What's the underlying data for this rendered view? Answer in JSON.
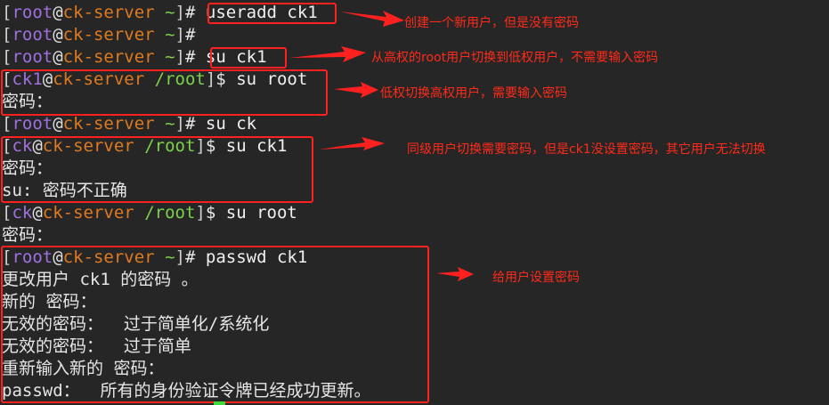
{
  "terminal": {
    "lines": [
      {
        "user": "root",
        "host": "ck-server",
        "path": "~",
        "sym": "#",
        "cmd": " useradd ck1",
        "text": ""
      },
      {
        "user": "root",
        "host": "ck-server",
        "path": "~",
        "sym": "#",
        "cmd": "",
        "text": ""
      },
      {
        "user": "root",
        "host": "ck-server",
        "path": "~",
        "sym": "#",
        "cmd": " su ck1",
        "text": ""
      },
      {
        "user": "ck1",
        "host": "ck-server",
        "path": "/root",
        "sym": "$",
        "cmd": " su root",
        "text": ""
      },
      {
        "text": "密码："
      },
      {
        "user": "root",
        "host": "ck-server",
        "path": "~",
        "sym": "#",
        "cmd": " su ck",
        "text": ""
      },
      {
        "user": "ck",
        "host": "ck-server",
        "path": "/root",
        "sym": "$",
        "cmd": " su ck1",
        "text": ""
      },
      {
        "text": "密码："
      },
      {
        "text": "su: 密码不正确"
      },
      {
        "user": "ck",
        "host": "ck-server",
        "path": "/root",
        "sym": "$",
        "cmd": " su root",
        "text": ""
      },
      {
        "text": "密码："
      },
      {
        "user": "root",
        "host": "ck-server",
        "path": "~",
        "sym": "#",
        "cmd": " passwd ck1",
        "text": ""
      },
      {
        "text": "更改用户 ck1 的密码 。"
      },
      {
        "text": "新的 密码："
      },
      {
        "text": "无效的密码：  过于简单化/系统化"
      },
      {
        "text": "无效的密码：  过于简单"
      },
      {
        "text": "重新输入新的 密码："
      },
      {
        "text": "passwd：  所有的身份验证令牌已经成功更新。"
      }
    ]
  },
  "annotations": [
    {
      "text": "创建一个新用户，但是没有密码"
    },
    {
      "text": "从高权的root用户切换到低权用户，不需要输入密码"
    },
    {
      "text": "低权切换高权用户，需要输入密码"
    },
    {
      "text": "同级用户切换需要密码，但是ck1没设置密码，其它用户无法切换"
    },
    {
      "text": "给用户设置密码"
    }
  ],
  "colors": {
    "annotation": "#ff2a1a",
    "user": "#a070e0",
    "host": "#e07a1f",
    "path_root": "#7cd24a",
    "background": "#262626"
  }
}
